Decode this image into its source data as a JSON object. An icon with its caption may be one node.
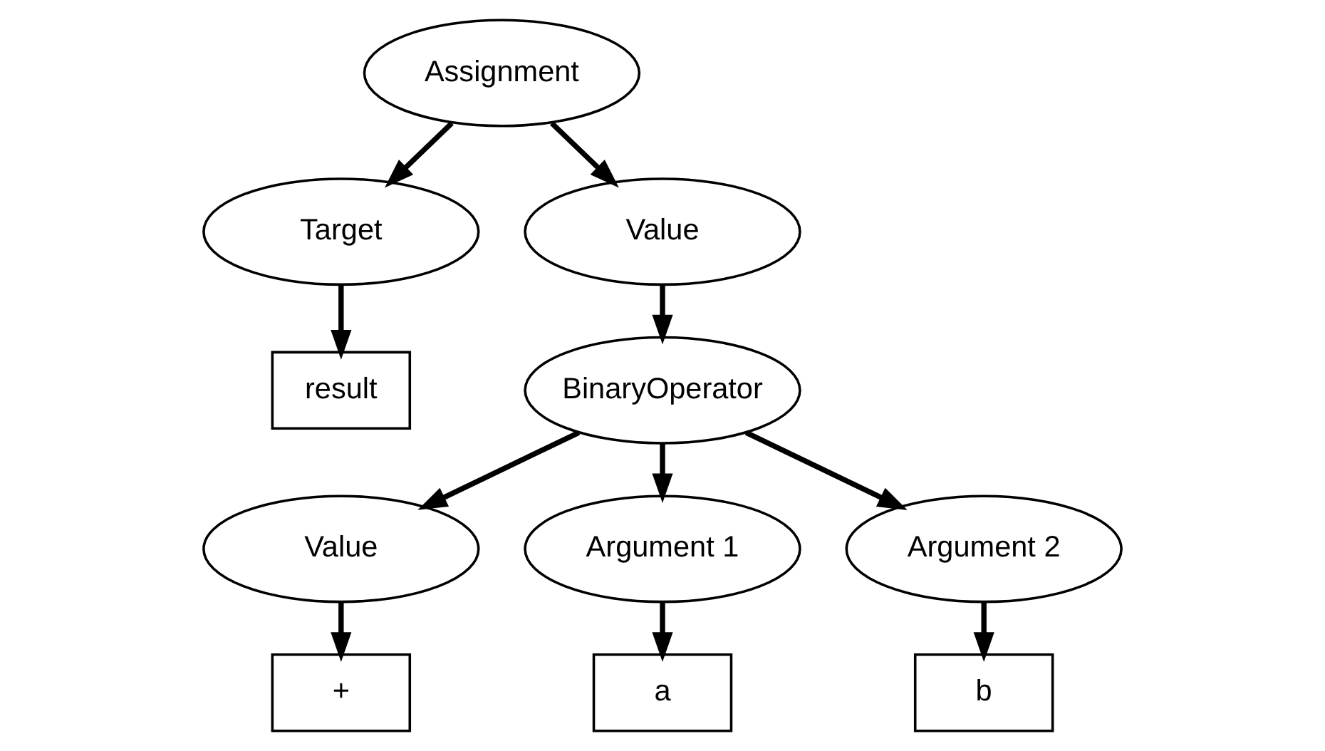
{
  "diagram": {
    "nodes": [
      {
        "text": [
          "Assignment"
        ]
      },
      {
        "text": [
          "Target"
        ]
      },
      {
        "text": [
          "Value"
        ]
      },
      {
        "text": [
          "result"
        ]
      },
      {
        "text": [
          "BinaryOperator"
        ]
      },
      {
        "text": [
          "Value"
        ]
      },
      {
        "text": [
          "Argument 1"
        ]
      },
      {
        "text": [
          "Argument 2"
        ]
      },
      {
        "text": [
          "+"
        ]
      },
      {
        "text": [
          "a"
        ]
      },
      {
        "text": [
          "b"
        ]
      }
    ],
    "edges": [
      {
        "from": 0,
        "to": 1,
        "arrow": "to"
      },
      {
        "from": 0,
        "to": 2,
        "arrow": "to"
      },
      {
        "from": 1,
        "to": 3,
        "arrow": "to"
      },
      {
        "from": 2,
        "to": 4,
        "arrow": "to"
      },
      {
        "from": 4,
        "to": 5,
        "arrow": "to"
      },
      {
        "from": 4,
        "to": 6,
        "arrow": "to"
      },
      {
        "from": 4,
        "to": 7,
        "arrow": "to"
      },
      {
        "from": 5,
        "to": 8,
        "arrow": "to"
      },
      {
        "from": 6,
        "to": 9,
        "arrow": "to"
      },
      {
        "from": 7,
        "to": 10,
        "arrow": "to"
      }
    ]
  }
}
